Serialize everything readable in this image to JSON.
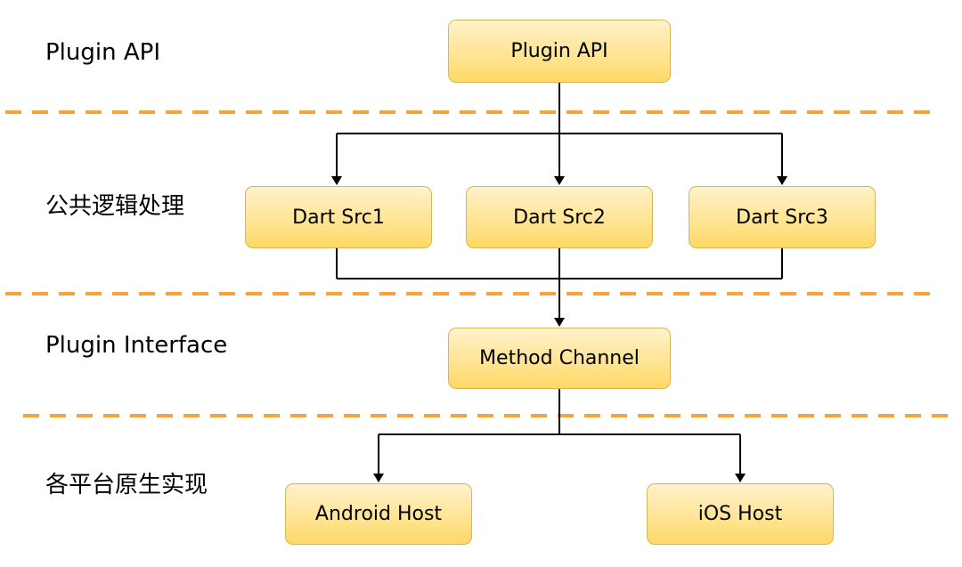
{
  "layers": [
    {
      "label": "Plugin API"
    },
    {
      "label": "公共逻辑处理"
    },
    {
      "label": "Plugin Interface"
    },
    {
      "label": "各平台原生实现"
    }
  ],
  "nodes": {
    "plugin_api": "Plugin API",
    "dart_src1": "Dart Src1",
    "dart_src2": "Dart Src2",
    "dart_src3": "Dart Src3",
    "method_channel": "Method Channel",
    "android_host": "Android Host",
    "ios_host": "iOS Host"
  },
  "colors": {
    "node_fill_top": "#fff2cc",
    "node_fill_bottom": "#ffd966",
    "node_border": "#d6b656",
    "separator": "#f5a33a",
    "connector": "#000000"
  }
}
